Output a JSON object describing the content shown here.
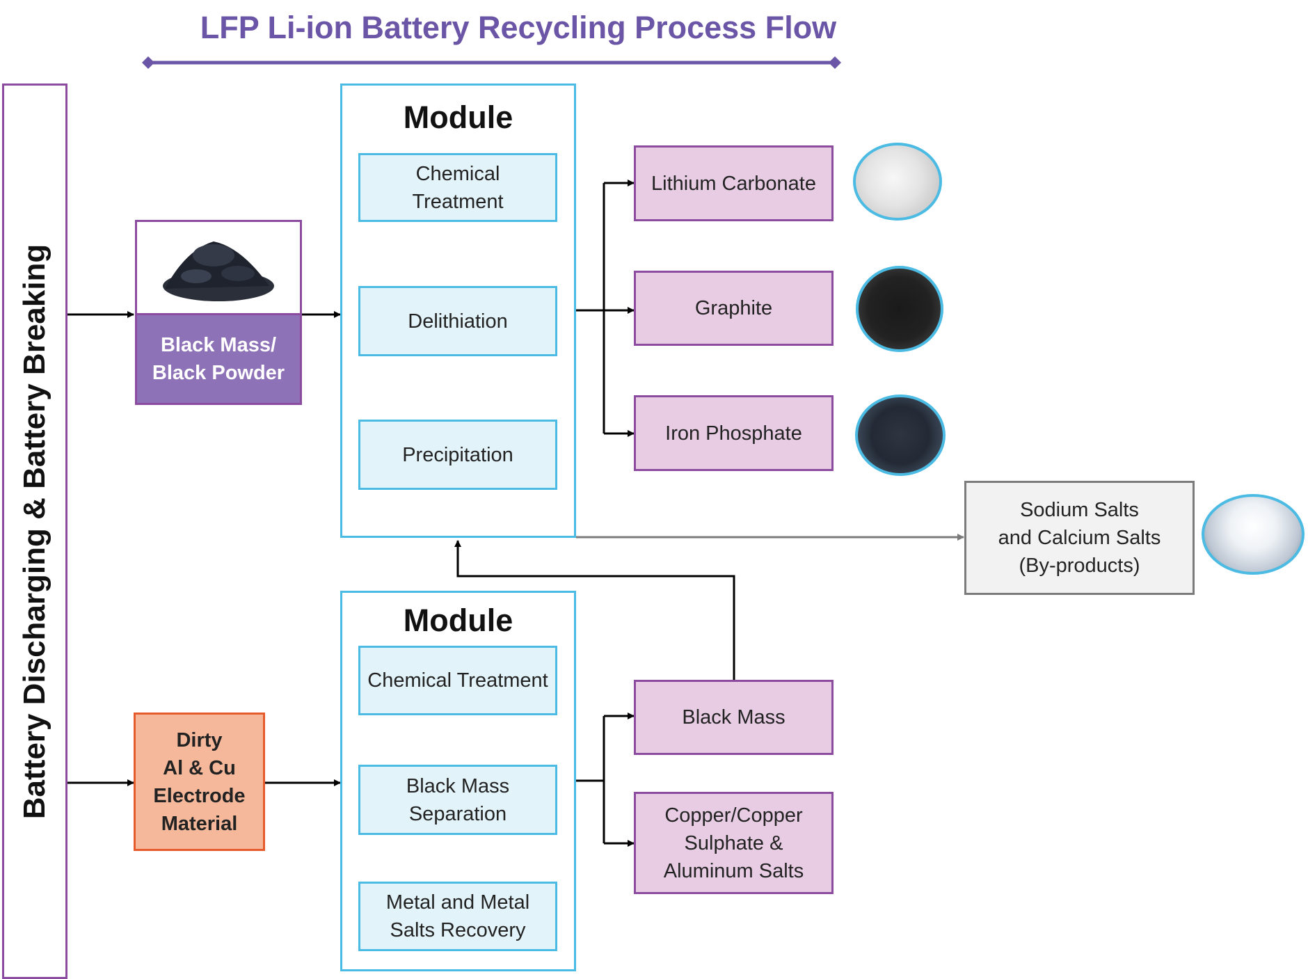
{
  "title": "LFP Li-ion Battery Recycling Process Flow",
  "side_label": "Battery Discharging & Battery Breaking",
  "black_mass_input": {
    "label": "Black Mass/\nBlack Powder",
    "image": "black-powder-pile"
  },
  "dirty_input": {
    "label": "Dirty\nAl & Cu\nElectrode\nMaterial"
  },
  "module1": {
    "title": "Module",
    "steps": [
      "Chemical\nTreatment",
      "Delithiation",
      "Precipitation"
    ]
  },
  "module2": {
    "title": "Module",
    "steps": [
      "Chemical Treatment",
      "Black Mass\nSeparation",
      "Metal and Metal\nSalts Recovery"
    ]
  },
  "products1": [
    {
      "label": "Lithium Carbonate",
      "image": "white-powder"
    },
    {
      "label": "Graphite",
      "image": "black-powder"
    },
    {
      "label": "Iron Phosphate",
      "image": "dark-granules"
    }
  ],
  "byproduct": {
    "label": "Sodium Salts\nand Calcium Salts\n(By-products)",
    "image": "white-salt-crystals"
  },
  "products2": [
    {
      "label": "Black Mass"
    },
    {
      "label": "Copper/Copper\nSulphate &\nAluminum Salts"
    }
  ],
  "colors": {
    "title": "#6a55a6",
    "module_border": "#4bbbe3",
    "step_fill": "#e2f3f9",
    "product_fill": "#e7cce3",
    "product_border": "#8b4ca0",
    "black_mass_fill": "#8e72b7",
    "dirty_fill": "#f5b89a",
    "dirty_border": "#e55b2c",
    "byproduct_fill": "#f2f2f2",
    "byproduct_border": "#7b7b7b"
  }
}
